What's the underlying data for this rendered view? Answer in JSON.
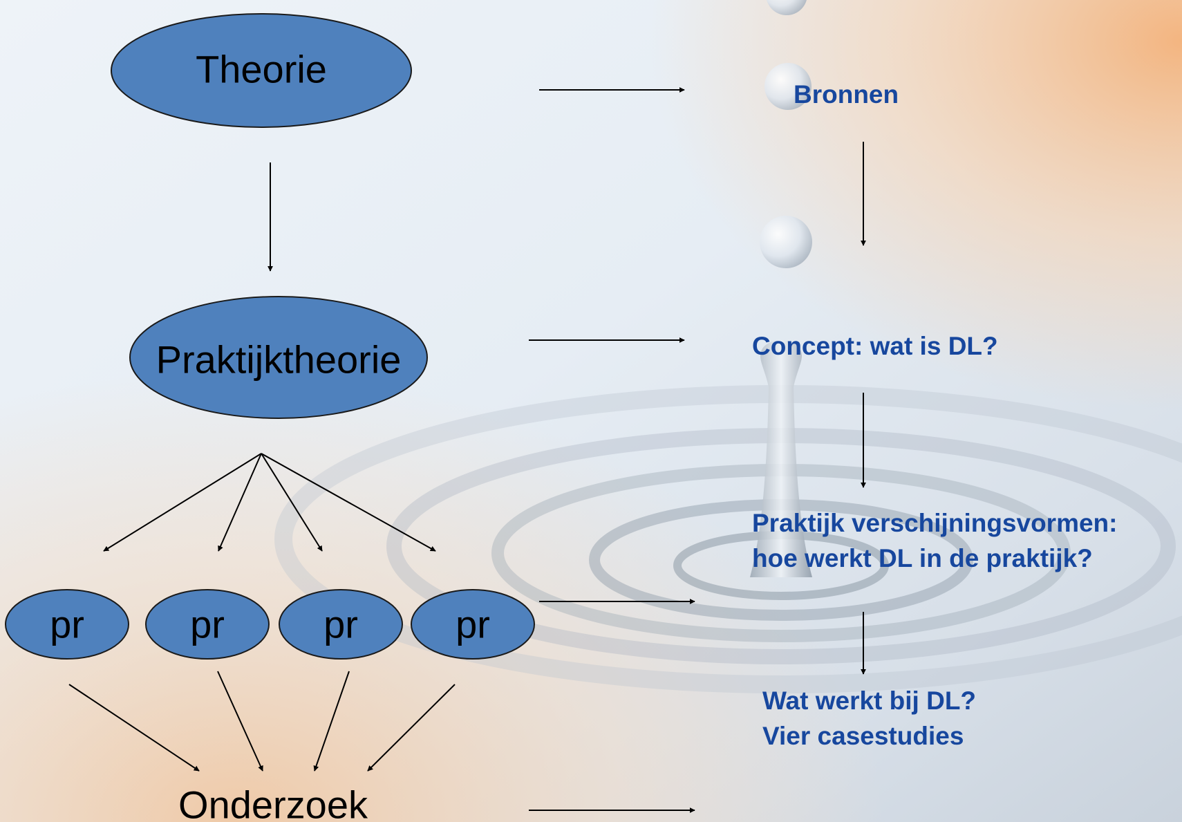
{
  "colors": {
    "node_fill": "#4f81bd",
    "node_stroke": "#1a1a1a",
    "arrow": "#000000",
    "right_text": "#17479e"
  },
  "diagram": {
    "nodes": {
      "theorie": "Theorie",
      "praktijktheorie": "Praktijktheorie",
      "pr_1": "pr",
      "pr_2": "pr",
      "pr_3": "pr",
      "pr_4": "pr",
      "onderzoek": "Onderzoek"
    },
    "steps": {
      "bronnen": "Bronnen",
      "concept": "Concept: wat is DL?",
      "praktijk_line1": "Praktijk verschijningsvormen:",
      "praktijk_line2": "hoe werkt DL in de praktijk?",
      "wat_werkt_line1": "Wat werkt bij DL?",
      "wat_werkt_line2": "Vier casestudies"
    }
  }
}
